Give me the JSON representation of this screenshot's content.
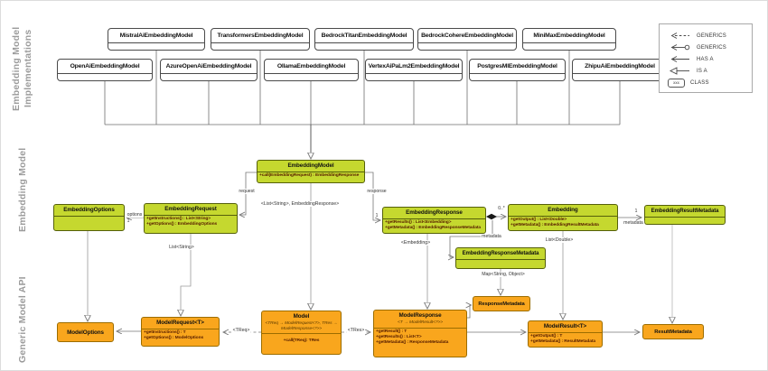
{
  "section_labels": {
    "implementations": "Embedding Model Implementations",
    "embedding_model": "Embedding Model",
    "generic_api": "Generic Model API"
  },
  "legend": {
    "items": [
      {
        "icon": "dashed-open-arrow",
        "label": "GENERICS"
      },
      {
        "icon": "circle-open-arrow",
        "label": "GENERICS"
      },
      {
        "icon": "open-arrow",
        "label": "HAS A"
      },
      {
        "icon": "hollow-triangle-arrow",
        "label": "IS A"
      },
      {
        "icon": "class-box",
        "label": "CLASS",
        "icon_text": "xxx"
      }
    ]
  },
  "implementations": {
    "row1": [
      "MistralAiEmbeddingModel",
      "TransformersEmbeddingModel",
      "BedrockTitanEmbeddingModel",
      "BedrockCohereEmbeddingModel",
      "MiniMaxEmbeddingModel"
    ],
    "row2": [
      "OpenAiEmbeddingModel",
      "AzureOpenAiEmbeddingModel",
      "OllamaEmbeddingModel",
      "VertexAiPaLm2EmbeddingModel",
      "PostgresMlEmbeddingModel",
      "ZhipuAiEmbeddingModel"
    ]
  },
  "classes": {
    "embedding_model": {
      "title": "EmbeddingModel",
      "methods": [
        "+call(EmbeddingRequest) : EmbeddingResponse"
      ]
    },
    "embedding_options": {
      "title": "EmbeddingOptions"
    },
    "embedding_request": {
      "title": "EmbeddingRequest",
      "methods": [
        "+getInstructions() : List<String>",
        "+getOptions() : EmbeddingOptions"
      ]
    },
    "embedding_response": {
      "title": "EmbeddingResponse",
      "methods": [
        "+getResults() : List<Embedding>",
        "+getMetadata() : EmbeddingResponseMetadata"
      ]
    },
    "embedding": {
      "title": "Embedding",
      "methods": [
        "+getOutput() : List<Double>",
        "+getMetadata() : EmbeddingResultMetadata"
      ]
    },
    "embedding_result_metadata": {
      "title": "EmbeddingResultMetadata"
    },
    "embedding_response_metadata": {
      "title": "EmbeddingResponseMetadata"
    },
    "model_options": {
      "title": "ModelOptions"
    },
    "model_request": {
      "title": "ModelRequest<T>",
      "methods": [
        "+getInstructions() : T",
        "+getOptions() : ModelOptions"
      ]
    },
    "model": {
      "title": "Model",
      "generics": "<TReq → ModelRequest<?>, TRes → ModelResponse<?>>",
      "methods": [
        "+call(TReq): TRes"
      ]
    },
    "model_response": {
      "title": "ModelResponse",
      "generics": "<T → ModelResult<?>>",
      "methods": [
        "+getResult() : T",
        "+getResults() : List<T>",
        "+getMetadata() : ResponseMetadata"
      ]
    },
    "response_metadata": {
      "title": "ResponseMetadata"
    },
    "model_result": {
      "title": "ModelResult<T>",
      "methods": [
        "+getOutput() : T",
        "+getMetadata() : ResultMetadata"
      ]
    },
    "result_metadata": {
      "title": "ResultMetadata"
    }
  },
  "connector_labels": {
    "request": "request",
    "response": "response",
    "options": "options",
    "response_metadata_rel": "metadata",
    "result_metadata_rel": "metadata",
    "model_generic_binding": "<List<String>, EmbeddingResponse>",
    "request_generic_binding": "List<String>",
    "response_generic_binding": "<Embedding>",
    "embedding_generic_binding": "List<Double>",
    "metadata_generic_binding": "Map<String, Object>",
    "treq": "<TReq>",
    "tres": "<TRes>",
    "mult_one_options": "1",
    "mult_one_response": "1",
    "mult_one_metadata": "1",
    "mult_many_embeddings": "0..*"
  },
  "colors": {
    "embedding_class_fill": "#c5d82f",
    "generic_class_fill": "#f9a61d",
    "implementation_fill": "#ffffff",
    "connector_gray": "#8a8a8a",
    "section_label_gray": "#9b9b9b"
  }
}
